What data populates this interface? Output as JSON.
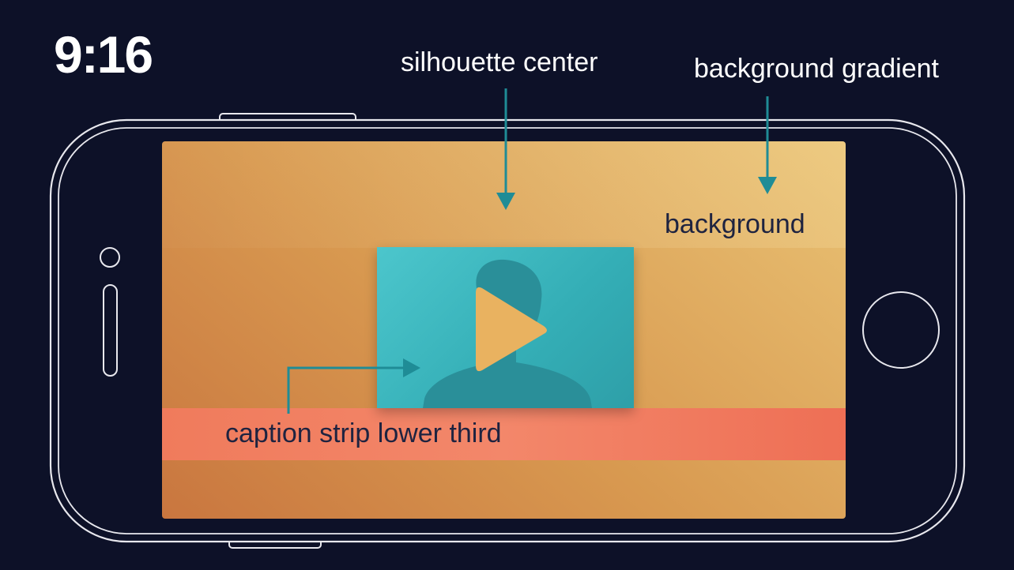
{
  "aspect_label": "9:16",
  "callouts": {
    "silhouette_center": "silhouette center",
    "background_gradient": "background gradient",
    "background": "background",
    "caption_strip": "caption strip lower third"
  },
  "icons": {
    "play": "play-icon",
    "silhouette": "person-silhouette-icon"
  },
  "colors": {
    "page_background": "#0d1128",
    "phone_outline": "#e8e8ee",
    "screen_gradient_start": "#c9763f",
    "screen_gradient_end": "#e9c274",
    "video_frame": "#3bb5bd",
    "silhouette": "#2a8f99",
    "play_button": "#e9b260",
    "caption_strip": "#f07b5c",
    "arrow": "#1f8c96",
    "dark_text": "#1e2340"
  }
}
